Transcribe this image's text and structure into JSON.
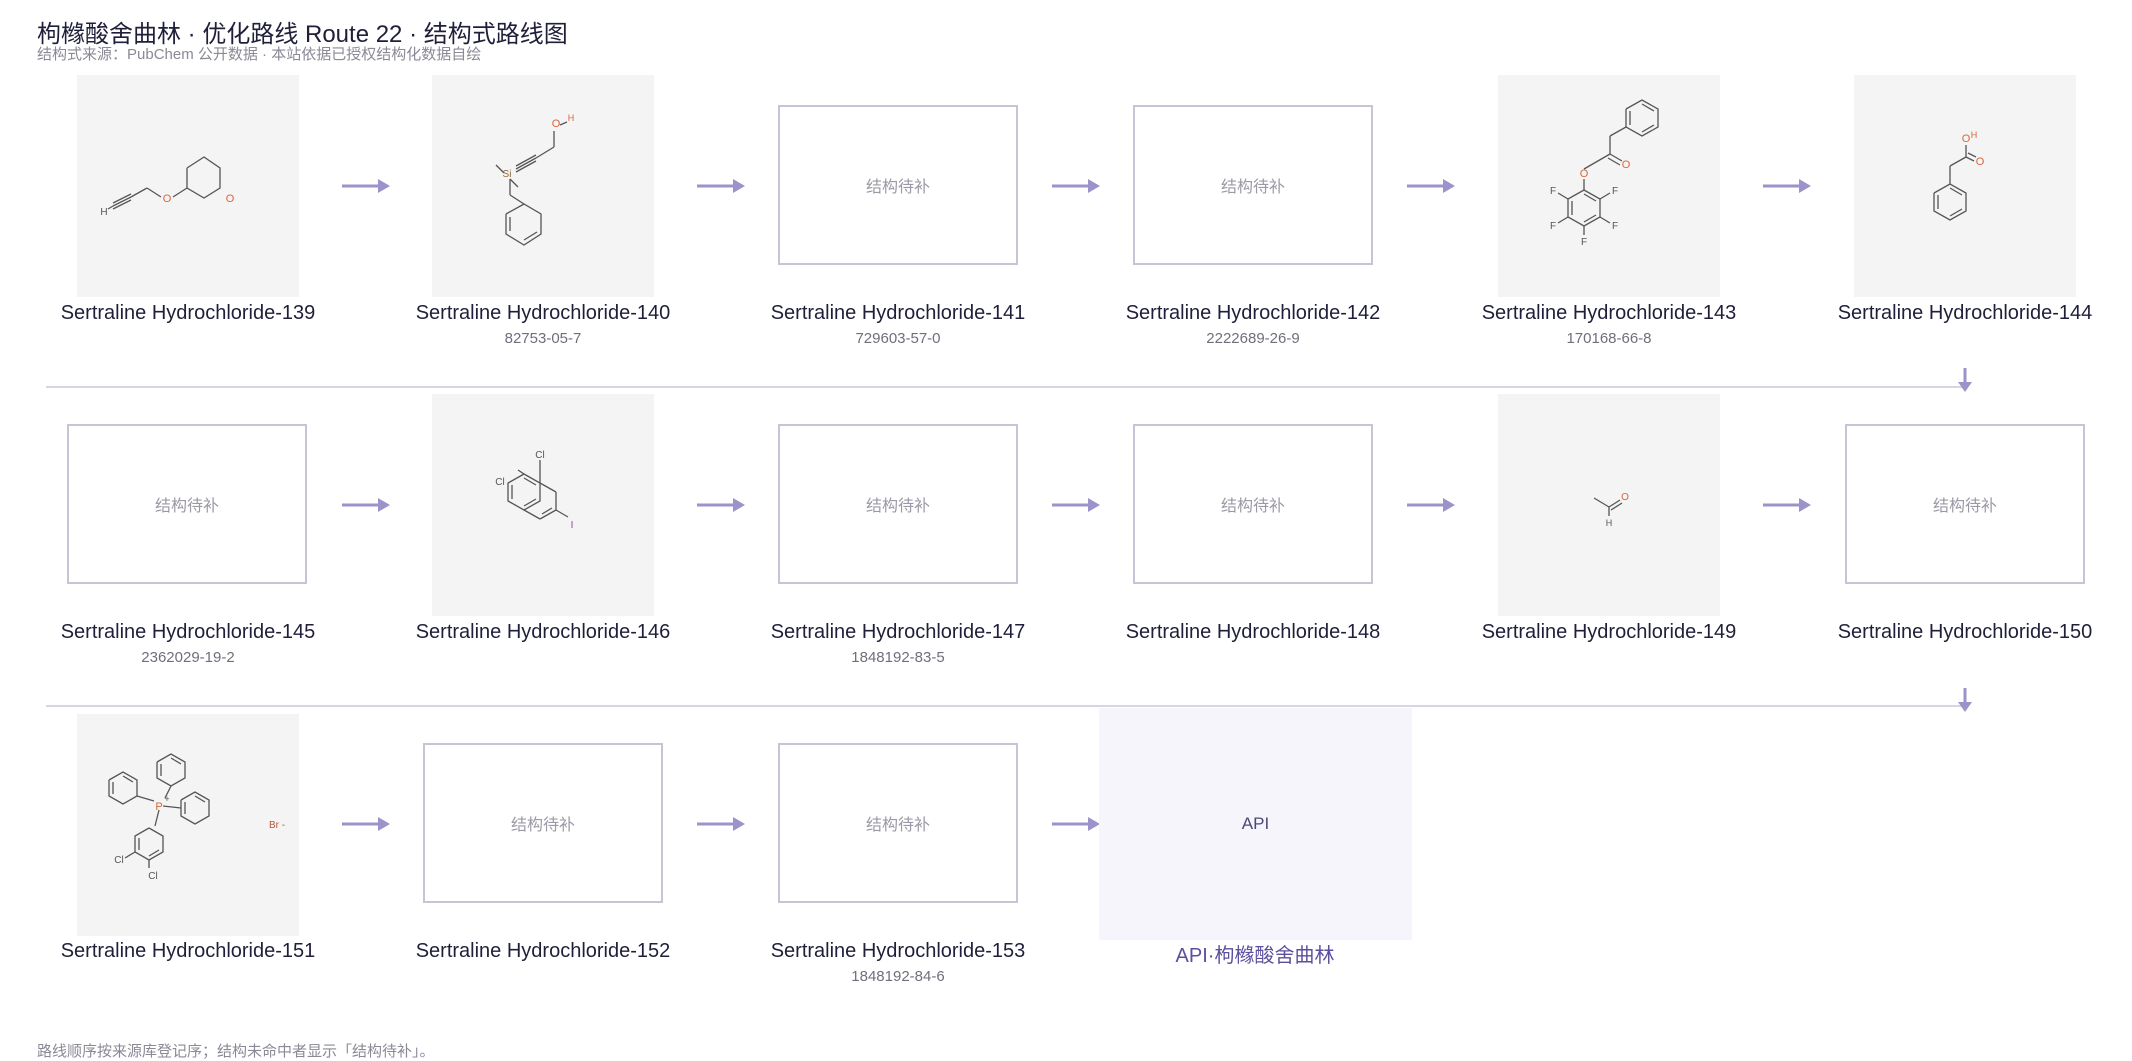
{
  "header": {
    "title": "枸橼酸舍曲林 · 优化路线 Route 22 · 结构式路线图",
    "subtitle": "结构式来源：PubChem 公开数据 · 本站依据已授权结构化数据自绘"
  },
  "placeholder_label": "结构待补",
  "api_box_label": "API",
  "nodes": [
    {
      "name": "Sertraline Hydrochloride-139",
      "cas": ""
    },
    {
      "name": "Sertraline Hydrochloride-140",
      "cas": "82753-05-7"
    },
    {
      "name": "Sertraline Hydrochloride-141",
      "cas": "729603-57-0"
    },
    {
      "name": "Sertraline Hydrochloride-142",
      "cas": "2222689-26-9"
    },
    {
      "name": "Sertraline Hydrochloride-143",
      "cas": "170168-66-8"
    },
    {
      "name": "Sertraline Hydrochloride-144",
      "cas": ""
    },
    {
      "name": "Sertraline Hydrochloride-145",
      "cas": "2362029-19-2"
    },
    {
      "name": "Sertraline Hydrochloride-146",
      "cas": ""
    },
    {
      "name": "Sertraline Hydrochloride-147",
      "cas": "1848192-83-5"
    },
    {
      "name": "Sertraline Hydrochloride-148",
      "cas": ""
    },
    {
      "name": "Sertraline Hydrochloride-149",
      "cas": ""
    },
    {
      "name": "Sertraline Hydrochloride-150",
      "cas": ""
    },
    {
      "name": "Sertraline Hydrochloride-151",
      "cas": ""
    },
    {
      "name": "Sertraline Hydrochloride-152",
      "cas": ""
    },
    {
      "name": "Sertraline Hydrochloride-153",
      "cas": "1848192-84-6"
    },
    {
      "name": "API·枸橼酸舍曲林",
      "cas": ""
    }
  ],
  "atoms": {
    "H": "H",
    "O": "O",
    "Si": "Si",
    "F": "F",
    "Cl": "Cl",
    "I": "I",
    "P": "P",
    "plus": "+",
    "Br": "Br -"
  },
  "footer": "路线顺序按来源库登记序；结构未命中者显示「结构待补」。",
  "colors": {
    "accent": "#9b93c9",
    "oxygen": "#d9643a",
    "heteroatom": "#8a6b3a",
    "bond": "#555555"
  }
}
